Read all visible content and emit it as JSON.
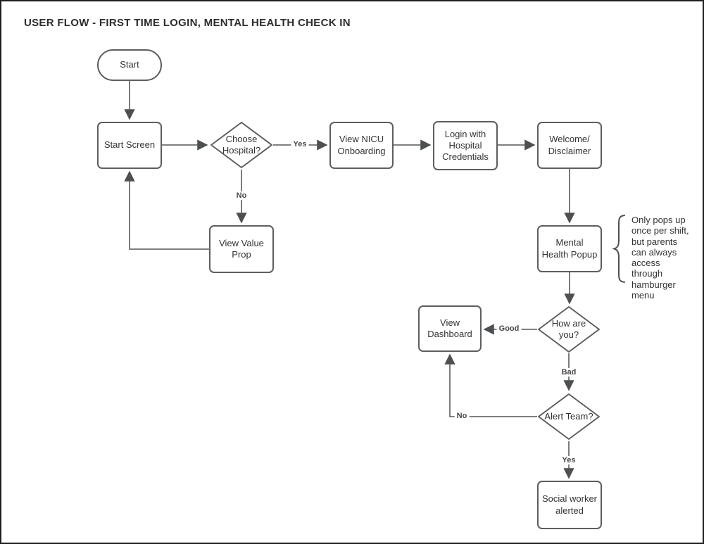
{
  "title": "USER FLOW - FIRST TIME LOGIN, MENTAL HEALTH CHECK IN",
  "colors": {
    "background": "#ffffff",
    "canvas_border": "#1f1f1f",
    "shape_stroke": "#5c5f62",
    "connector_stroke": "#6b6e71",
    "arrowhead_fill": "#4d5052",
    "text": "#333333"
  },
  "nodes": {
    "start": {
      "type": "terminator",
      "label": "Start"
    },
    "start_screen": {
      "type": "process",
      "label": "Start Screen"
    },
    "choose_hospital": {
      "type": "decision",
      "label": "Choose\nHospital?"
    },
    "view_value_prop": {
      "type": "process",
      "label": "View Value\nProp"
    },
    "view_nicu_onboarding": {
      "type": "process",
      "label": "View NICU\nOnboarding"
    },
    "login_with_hospital_credentials": {
      "type": "process",
      "label": "Login with\nHospital\nCredentials"
    },
    "welcome_disclaimer": {
      "type": "process",
      "label": "Welcome/\nDisclaimer"
    },
    "mental_health_popup": {
      "type": "process",
      "label": "Mental\nHealth Popup"
    },
    "how_are_you": {
      "type": "decision",
      "label": "How are\nyou?"
    },
    "view_dashboard": {
      "type": "process",
      "label": "View\nDashboard"
    },
    "alert_team": {
      "type": "decision",
      "label": "Alert Team?"
    },
    "social_worker_alerted": {
      "type": "process",
      "label": "Social worker\nalerted"
    }
  },
  "edge_labels": {
    "choose_yes": "Yes",
    "choose_no": "No",
    "how_good": "Good",
    "how_bad": "Bad",
    "alert_no": "No",
    "alert_yes": "Yes"
  },
  "note": {
    "text": "Only pops up\nonce per shift,\nbut parents\ncan always\naccess\nthrough\nhamburger\nmenu"
  }
}
